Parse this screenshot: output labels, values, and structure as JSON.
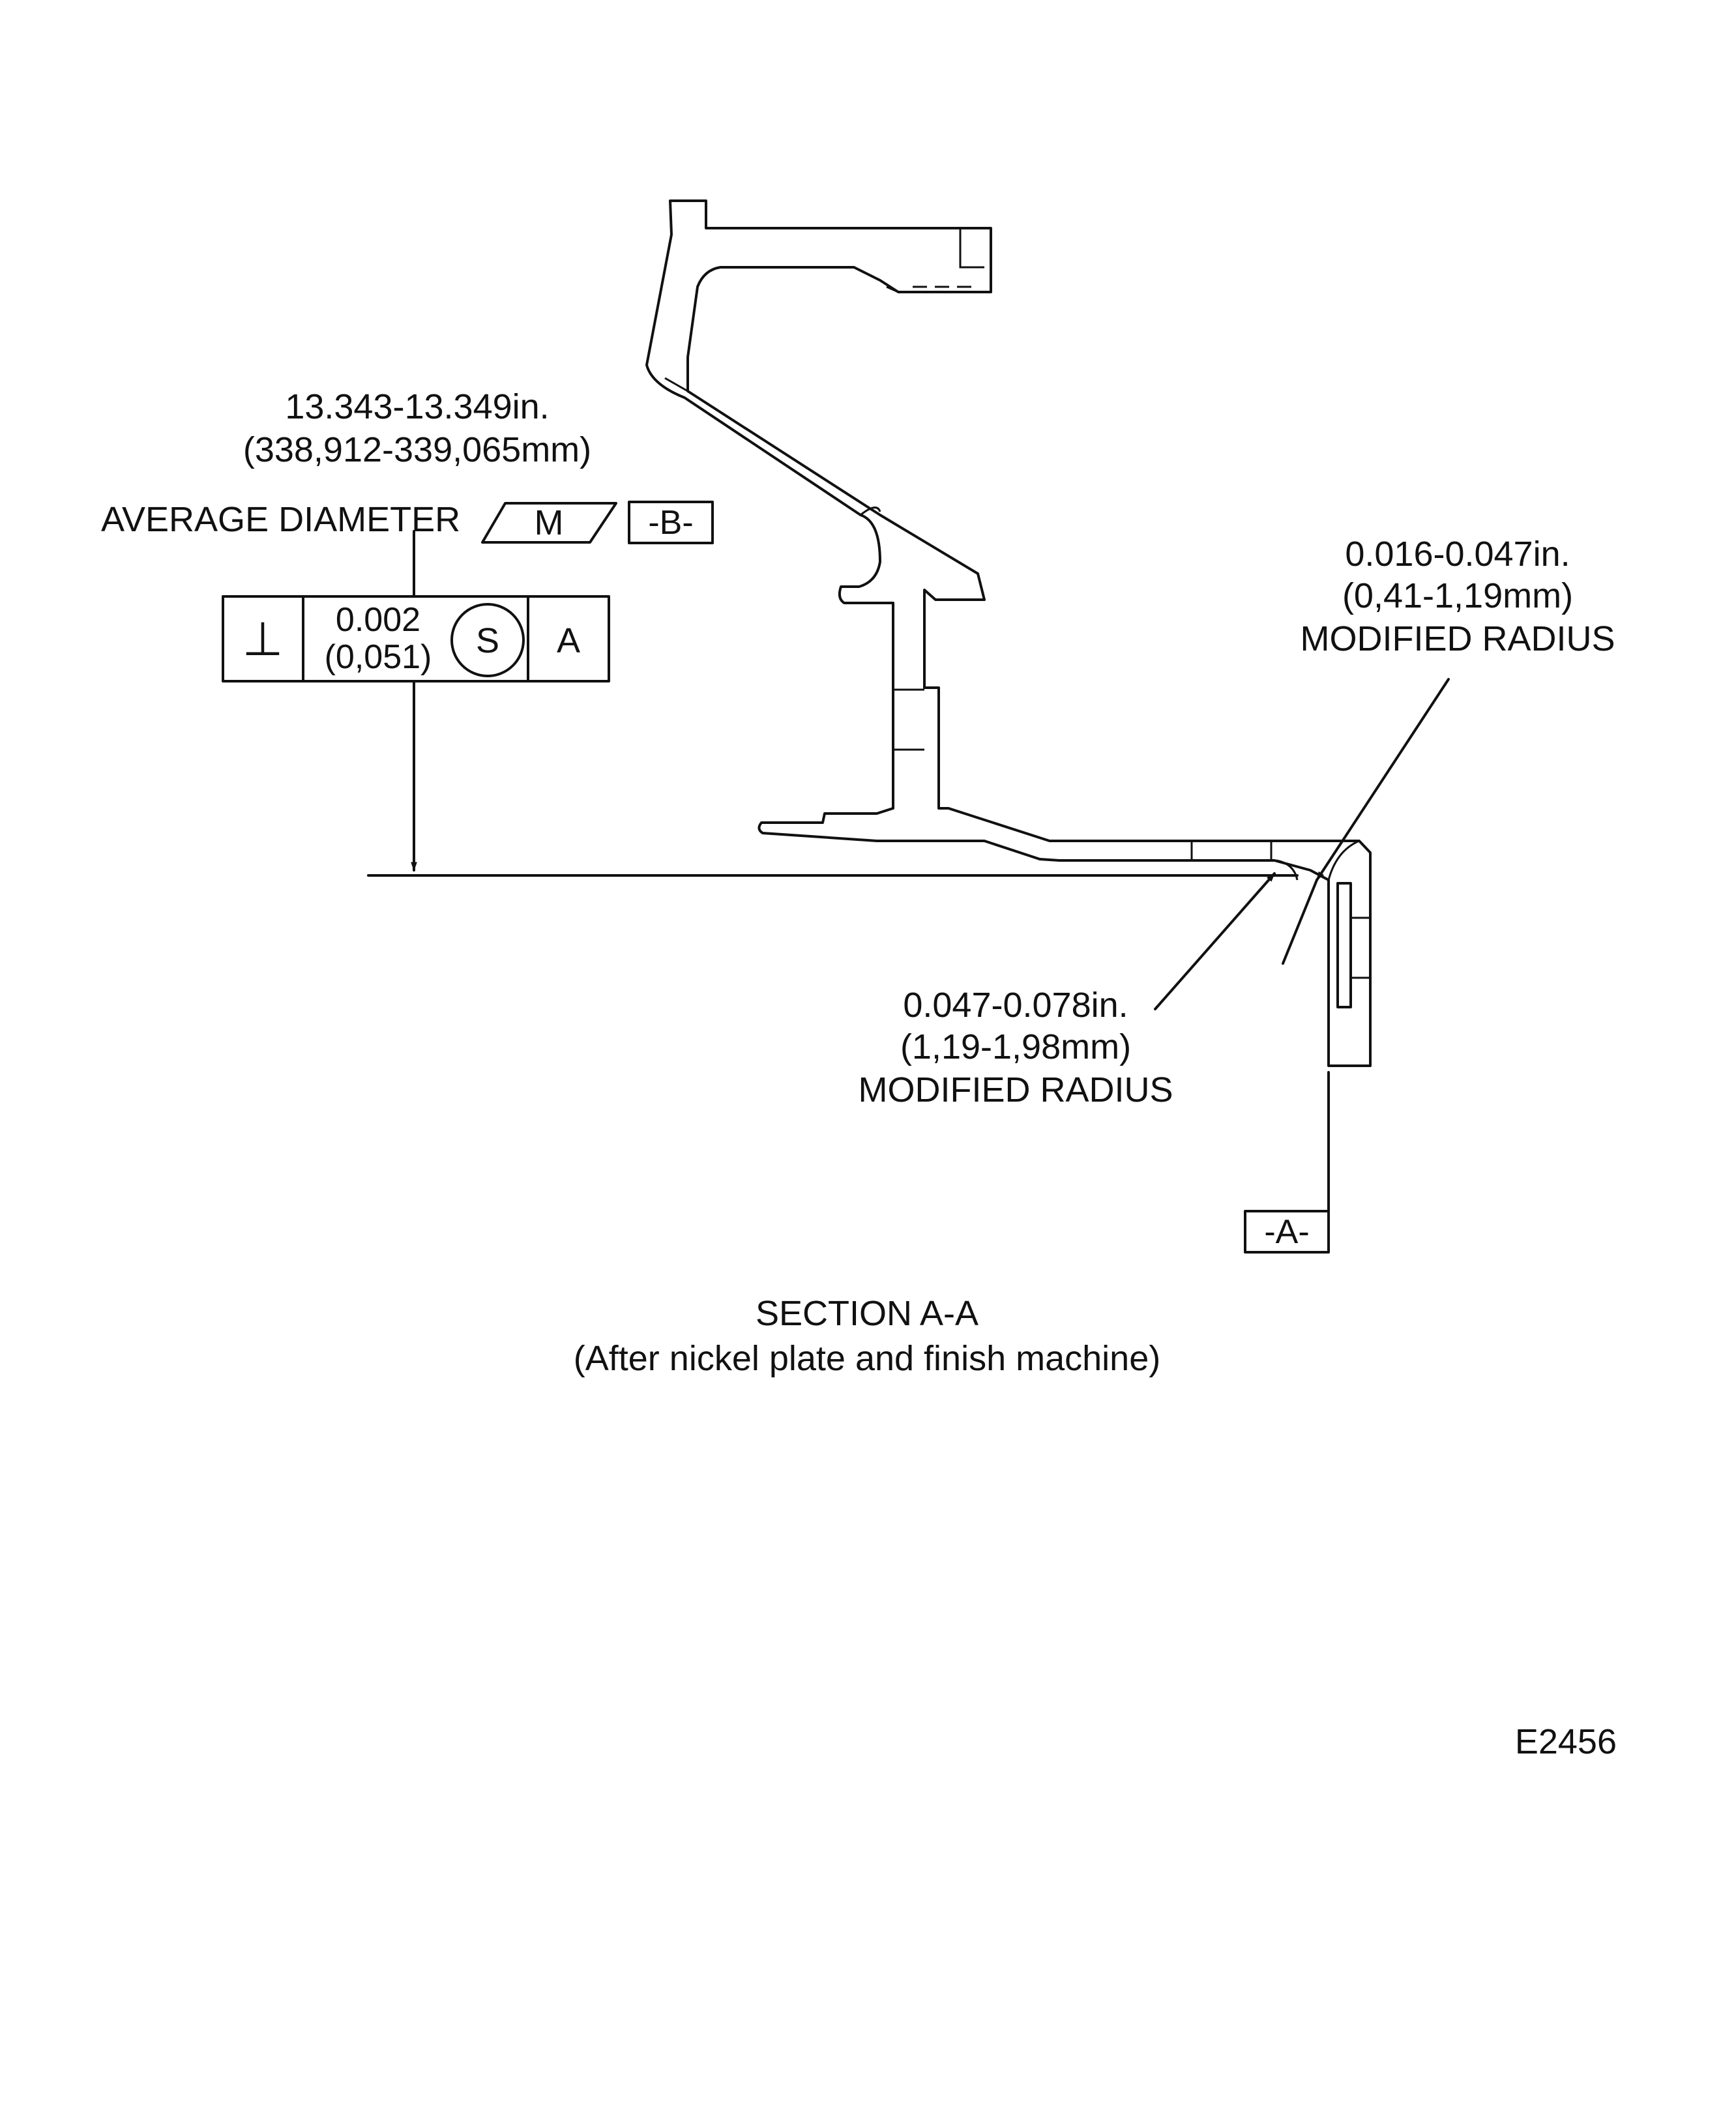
{
  "dimension_diameter": {
    "inches": "13.343-13.349in.",
    "mm": "(338,912-339,065mm)"
  },
  "average_diameter": {
    "label": "AVERAGE DIAMETER",
    "modifier": "M",
    "datum": "-B-"
  },
  "feature_control_frame": {
    "symbol": "⊥",
    "tolerance_in": "0.002",
    "tolerance_mm": "(0,051)",
    "material_condition": "S",
    "datum": "A"
  },
  "radius_upper": {
    "inches": "0.016-0.047in.",
    "mm": "(0,41-1,19mm)",
    "label": "MODIFIED RADIUS"
  },
  "radius_lower": {
    "inches": "0.047-0.078in.",
    "mm": "(1,19-1,98mm)",
    "label": "MODIFIED RADIUS"
  },
  "datum_a": "-A-",
  "caption": {
    "title": "SECTION A-A",
    "subtitle": "(After nickel plate and finish machine)"
  },
  "figure_id": "E2456"
}
